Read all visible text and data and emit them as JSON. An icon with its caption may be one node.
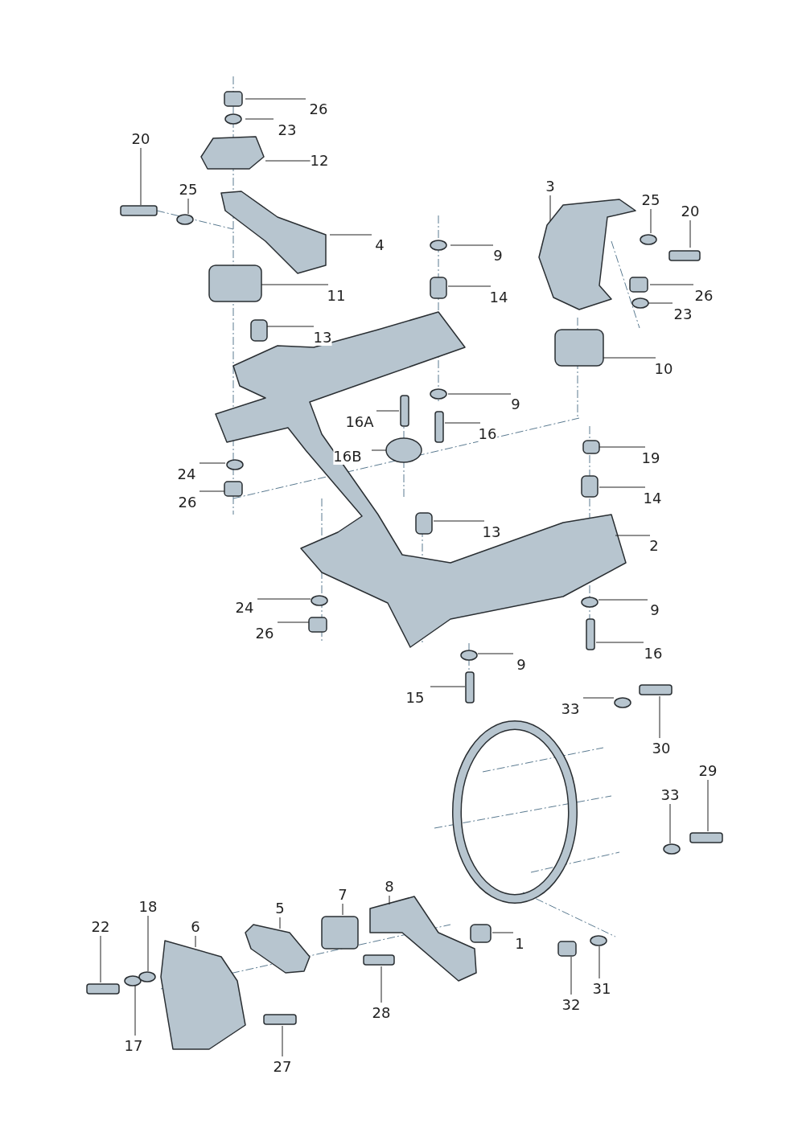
{
  "diagram": {
    "nodes": [
      {
        "text": [
          "26"
        ]
      },
      {
        "text": [
          "23"
        ]
      },
      {
        "text": [
          "12"
        ]
      },
      {
        "text": [
          "20"
        ]
      },
      {
        "text": [
          "25"
        ]
      },
      {
        "text": [
          "4"
        ]
      },
      {
        "text": [
          "11"
        ]
      },
      {
        "text": [
          "9"
        ]
      },
      {
        "text": [
          "14"
        ]
      },
      {
        "text": [
          "13"
        ]
      },
      {
        "text": [
          "3"
        ]
      },
      {
        "text": [
          "25"
        ]
      },
      {
        "text": [
          "20"
        ]
      },
      {
        "text": [
          "26"
        ]
      },
      {
        "text": [
          "23"
        ]
      },
      {
        "text": [
          "10"
        ]
      },
      {
        "text": [
          "9"
        ]
      },
      {
        "text": [
          "16A"
        ]
      },
      {
        "text": [
          "16"
        ]
      },
      {
        "text": [
          "16B"
        ]
      },
      {
        "text": [
          "24"
        ]
      },
      {
        "text": [
          "26"
        ]
      },
      {
        "text": [
          "19"
        ]
      },
      {
        "text": [
          "14"
        ]
      },
      {
        "text": [
          "13"
        ]
      },
      {
        "text": [
          "2"
        ]
      },
      {
        "text": [
          "24"
        ]
      },
      {
        "text": [
          "26"
        ]
      },
      {
        "text": [
          "9"
        ]
      },
      {
        "text": [
          "16"
        ]
      },
      {
        "text": [
          "9"
        ]
      },
      {
        "text": [
          "15"
        ]
      },
      {
        "text": [
          "33"
        ]
      },
      {
        "text": [
          "30"
        ]
      },
      {
        "text": [
          "29"
        ]
      },
      {
        "text": [
          "33"
        ]
      },
      {
        "text": [
          "22"
        ]
      },
      {
        "text": [
          "18"
        ]
      },
      {
        "text": [
          "6"
        ]
      },
      {
        "text": [
          "5"
        ]
      },
      {
        "text": [
          "7"
        ]
      },
      {
        "text": [
          "8"
        ]
      },
      {
        "text": [
          "1"
        ]
      },
      {
        "text": [
          "17"
        ]
      },
      {
        "text": [
          "28"
        ]
      },
      {
        "text": [
          "27"
        ]
      },
      {
        "text": [
          "32"
        ]
      },
      {
        "text": [
          "31"
        ]
      }
    ],
    "edges": [
      {
        "from": 0,
        "to": null,
        "arrow": "none"
      },
      {
        "from": 1,
        "to": null,
        "arrow": "none"
      },
      {
        "from": 2,
        "to": null,
        "arrow": "none"
      },
      {
        "from": 3,
        "to": null,
        "arrow": "none"
      },
      {
        "from": 4,
        "to": null,
        "arrow": "none"
      },
      {
        "from": 5,
        "to": null,
        "arrow": "none"
      },
      {
        "from": 6,
        "to": null,
        "arrow": "none"
      },
      {
        "from": 7,
        "to": null,
        "arrow": "none"
      },
      {
        "from": 8,
        "to": null,
        "arrow": "none"
      },
      {
        "from": 9,
        "to": null,
        "arrow": "none"
      },
      {
        "from": 10,
        "to": null,
        "arrow": "none"
      },
      {
        "from": 11,
        "to": null,
        "arrow": "none"
      },
      {
        "from": 12,
        "to": null,
        "arrow": "none"
      },
      {
        "from": 13,
        "to": null,
        "arrow": "none"
      },
      {
        "from": 14,
        "to": null,
        "arrow": "none"
      },
      {
        "from": 15,
        "to": null,
        "arrow": "none"
      },
      {
        "from": 16,
        "to": null,
        "arrow": "none"
      },
      {
        "from": 17,
        "to": null,
        "arrow": "none"
      },
      {
        "from": 18,
        "to": null,
        "arrow": "none"
      },
      {
        "from": 19,
        "to": null,
        "arrow": "none"
      },
      {
        "from": 20,
        "to": null,
        "arrow": "none"
      },
      {
        "from": 21,
        "to": null,
        "arrow": "none"
      },
      {
        "from": 22,
        "to": null,
        "arrow": "none"
      },
      {
        "from": 23,
        "to": null,
        "arrow": "none"
      },
      {
        "from": 24,
        "to": null,
        "arrow": "none"
      },
      {
        "from": 25,
        "to": null,
        "arrow": "none"
      },
      {
        "from": 26,
        "to": null,
        "arrow": "none"
      },
      {
        "from": 27,
        "to": null,
        "arrow": "none"
      },
      {
        "from": 28,
        "to": null,
        "arrow": "none"
      },
      {
        "from": 29,
        "to": null,
        "arrow": "none"
      },
      {
        "from": 30,
        "to": null,
        "arrow": "none"
      },
      {
        "from": 31,
        "to": null,
        "arrow": "none"
      },
      {
        "from": 32,
        "to": null,
        "arrow": "none"
      },
      {
        "from": 33,
        "to": null,
        "arrow": "none"
      },
      {
        "from": 34,
        "to": null,
        "arrow": "none"
      },
      {
        "from": 35,
        "to": null,
        "arrow": "none"
      },
      {
        "from": 36,
        "to": null,
        "arrow": "none"
      },
      {
        "from": 37,
        "to": null,
        "arrow": "none"
      },
      {
        "from": 38,
        "to": null,
        "arrow": "none"
      },
      {
        "from": 39,
        "to": null,
        "arrow": "none"
      },
      {
        "from": 40,
        "to": null,
        "arrow": "none"
      },
      {
        "from": 41,
        "to": null,
        "arrow": "none"
      },
      {
        "from": 42,
        "to": null,
        "arrow": "none"
      },
      {
        "from": 43,
        "to": null,
        "arrow": "none"
      },
      {
        "from": 44,
        "to": null,
        "arrow": "none"
      },
      {
        "from": 45,
        "to": null,
        "arrow": "none"
      },
      {
        "from": 46,
        "to": null,
        "arrow": "none"
      },
      {
        "from": 47,
        "to": null,
        "arrow": "none"
      }
    ]
  }
}
